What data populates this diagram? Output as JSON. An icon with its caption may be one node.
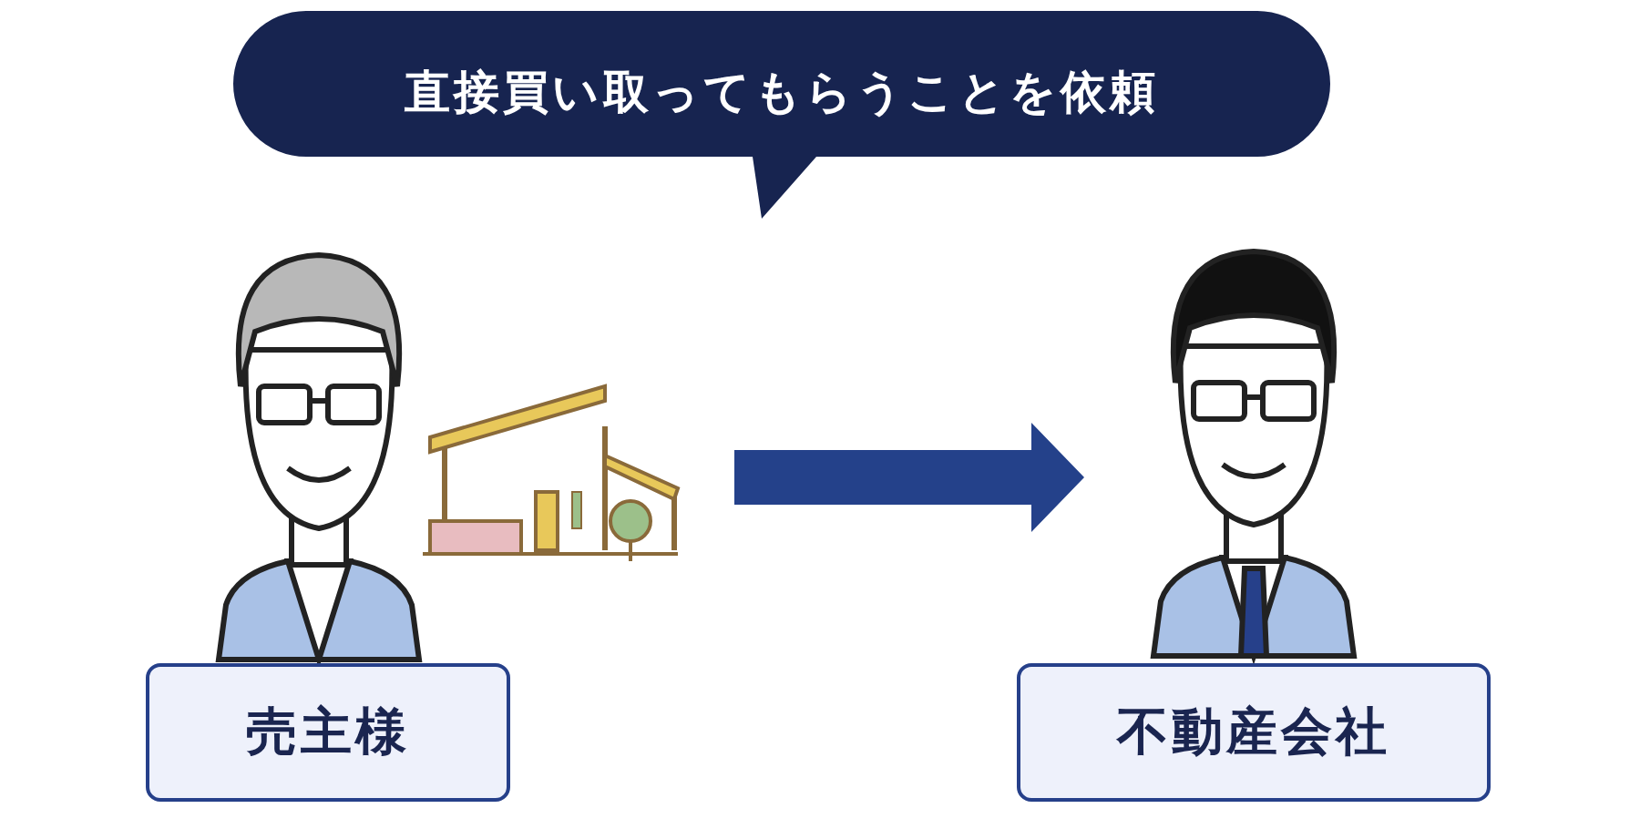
{
  "diagram": {
    "nodes": [
      {
        "text": [
          "直接買い取ってもらうことを依頼"
        ]
      },
      {
        "text": [
          "売主様"
        ]
      },
      {
        "text": [
          "不動産会社"
        ]
      },
      {
        "text": [],
        "shape": "person"
      },
      {
        "text": [],
        "shape": "picture"
      },
      {
        "text": [],
        "shape": "person"
      }
    ],
    "edges": [
      {
        "from": 4,
        "to": 5,
        "arrow": "to"
      }
    ]
  }
}
